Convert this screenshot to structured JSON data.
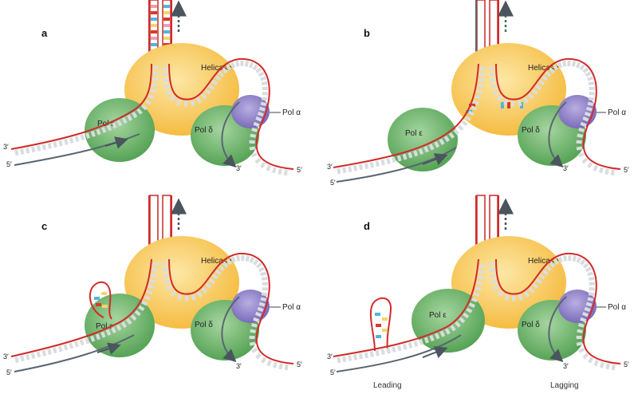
{
  "colors": {
    "helicase": "#f7c24a",
    "pol_green": "#6db56a",
    "pol_alpha": "#8f80c8",
    "strand_red": "#d22a2a",
    "strand_dark": "#5a6670",
    "base_gray": "#d9dde0",
    "arrow_dark": "#4a555e",
    "arrow_green": "#3a7a66",
    "nuc_blue": "#4fb6dc",
    "nuc_yellow": "#f3d66a",
    "nuc_red": "#d73a2c",
    "nuc_pink": "#e9a0b0"
  },
  "panels": [
    {
      "label": "a",
      "helicase": "Helicase",
      "pol_epsilon": "Pol ε",
      "pol_delta": "Pol δ",
      "pol_alpha": "Pol α",
      "primes": [
        "3′",
        "5′",
        "5′",
        "3′"
      ],
      "caption_left": "",
      "caption_right": ""
    },
    {
      "label": "b",
      "helicase": "Helicase",
      "pol_epsilon": "Pol ε",
      "pol_delta": "Pol δ",
      "pol_alpha": "Pol α",
      "primes": [
        "3′",
        "5′",
        "5′",
        "3′"
      ],
      "caption_left": "",
      "caption_right": ""
    },
    {
      "label": "c",
      "helicase": "Helicase",
      "pol_epsilon": "Pol ε",
      "pol_delta": "Pol δ",
      "pol_alpha": "Pol α",
      "primes": [
        "3′",
        "5′",
        "5′",
        "3′"
      ],
      "caption_left": "",
      "caption_right": ""
    },
    {
      "label": "d",
      "helicase": "Helicase",
      "pol_epsilon": "Pol ε",
      "pol_delta": "Pol δ",
      "pol_alpha": "Pol α",
      "primes": [
        "3′",
        "5′",
        "5′",
        "3′"
      ],
      "caption_left": "Leading",
      "caption_right": "Lagging"
    }
  ]
}
